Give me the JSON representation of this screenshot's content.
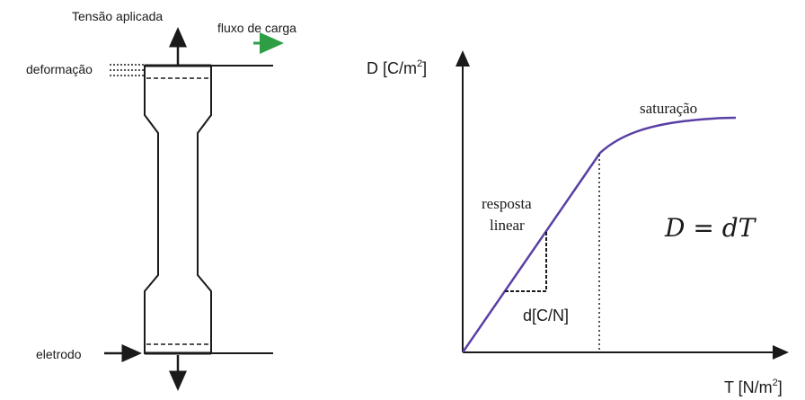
{
  "left_diagram": {
    "applied_stress_label": "Tensão aplicada",
    "charge_flow_label": "fluxo de carga",
    "deformation_label": "deformação",
    "electrode_label": "eletrodo"
  },
  "right_diagram": {
    "y_axis_label": "D [C/m",
    "y_axis_exp": "2",
    "y_axis_close": "]",
    "x_axis_label": "T [N/m",
    "x_axis_exp": "2",
    "x_axis_close": "]",
    "linear_label_line1": "resposta",
    "linear_label_line2": "linear",
    "saturation_label": "saturação",
    "slope_label": "d[C/N]",
    "equation": "D = dT"
  },
  "colors": {
    "curve": "#5a3fa5",
    "arrow_charge_flow": "#2e9e44",
    "ink": "#1a1a1a"
  }
}
